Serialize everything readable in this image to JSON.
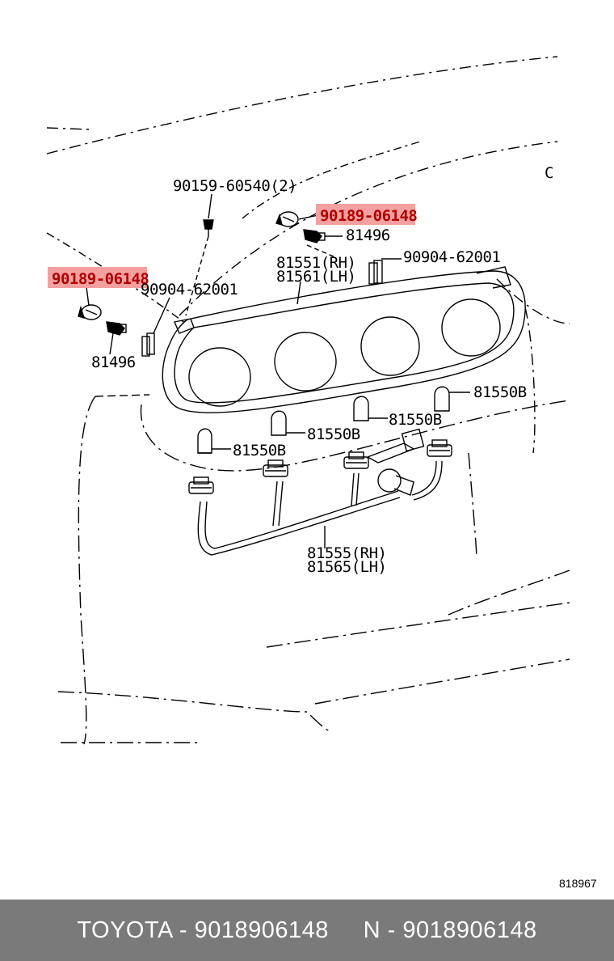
{
  "labels": {
    "screw_90159": "90159-60540(2)",
    "part_90189_right": "90189-06148",
    "part_90189_left": "90189-06148",
    "part_81496_right": "81496",
    "part_81496_left": "81496",
    "clip_90904_right": "90904-62001",
    "clip_90904_left": "90904-62001",
    "lamp_rh": "81551(RH)",
    "lamp_lh": "81561(LH)",
    "bulb_1": "81550B",
    "bulb_2": "81550B",
    "bulb_3": "81550B",
    "bulb_4": "81550B",
    "wire_rh": "81555(RH)",
    "wire_lh": "81565(LH)",
    "letter_c": "C"
  },
  "diagram_ref": "818967",
  "footer": {
    "text": "TOYOTA - 9018906148     N - 9018906148"
  },
  "colors": {
    "highlight": "#f4a0a0",
    "highlight_text": "#b00000",
    "footer_bg": "#7a7a7a",
    "footer_text": "#ffffff"
  }
}
